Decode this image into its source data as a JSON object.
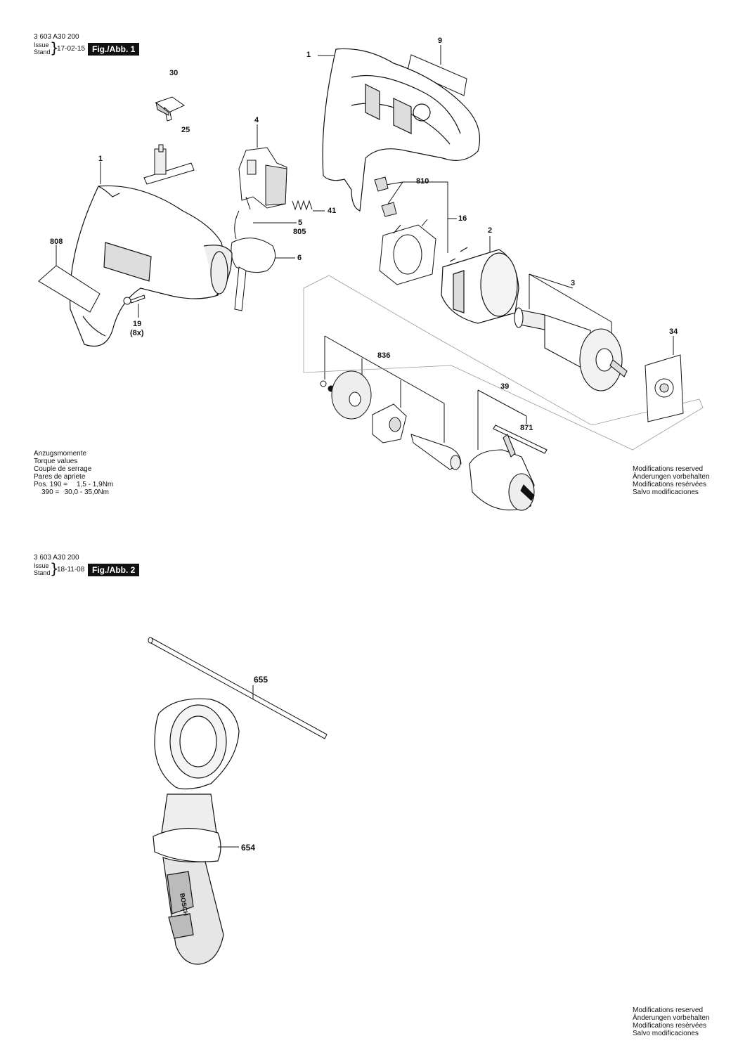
{
  "figure1": {
    "part_number": "3 603 A30 200",
    "issue_label": "Issue",
    "stand_label": "Stand",
    "date": "17-02-15",
    "badge": "Fig./Abb. 1",
    "torque": {
      "lines": [
        "Anzugsmomente",
        "Torque values",
        "Couple de serrage",
        "Pares de apriete"
      ],
      "pos_label": "Pos.",
      "rows": [
        {
          "pos": "190 =",
          "min": "1,5",
          "dash": "-",
          "max": "1,9Nm"
        },
        {
          "pos": "390 =",
          "min": "30,0",
          "dash": "-",
          "max": "35,0Nm"
        }
      ]
    },
    "modifications": [
      "Modifications reserved",
      "Änderungen vorbehalten",
      "Modifications resérvées",
      "Salvo modificaciones"
    ],
    "labels": {
      "p1a": "1",
      "p9": "9",
      "p30": "30",
      "p25": "25",
      "p4": "4",
      "p1b": "1",
      "p808": "808",
      "p810": "810",
      "p41": "41",
      "p16": "16",
      "p5": "5",
      "p805": "805",
      "p2": "2",
      "p6": "6",
      "p3": "3",
      "p19": "19",
      "p8x": "(8x)",
      "p34": "34",
      "p836": "836",
      "p39": "39",
      "p871": "871"
    }
  },
  "figure2": {
    "part_number": "3 603 A30 200",
    "issue_label": "Issue",
    "stand_label": "Stand",
    "date": "18-11-08",
    "badge": "Fig./Abb. 2",
    "labels": {
      "p655": "655",
      "p654": "654"
    },
    "handle_logo": "BOSCH",
    "modifications": [
      "Modifications reserved",
      "Änderungen vorbehalten",
      "Modifications resérvées",
      "Salvo modificaciones"
    ]
  }
}
